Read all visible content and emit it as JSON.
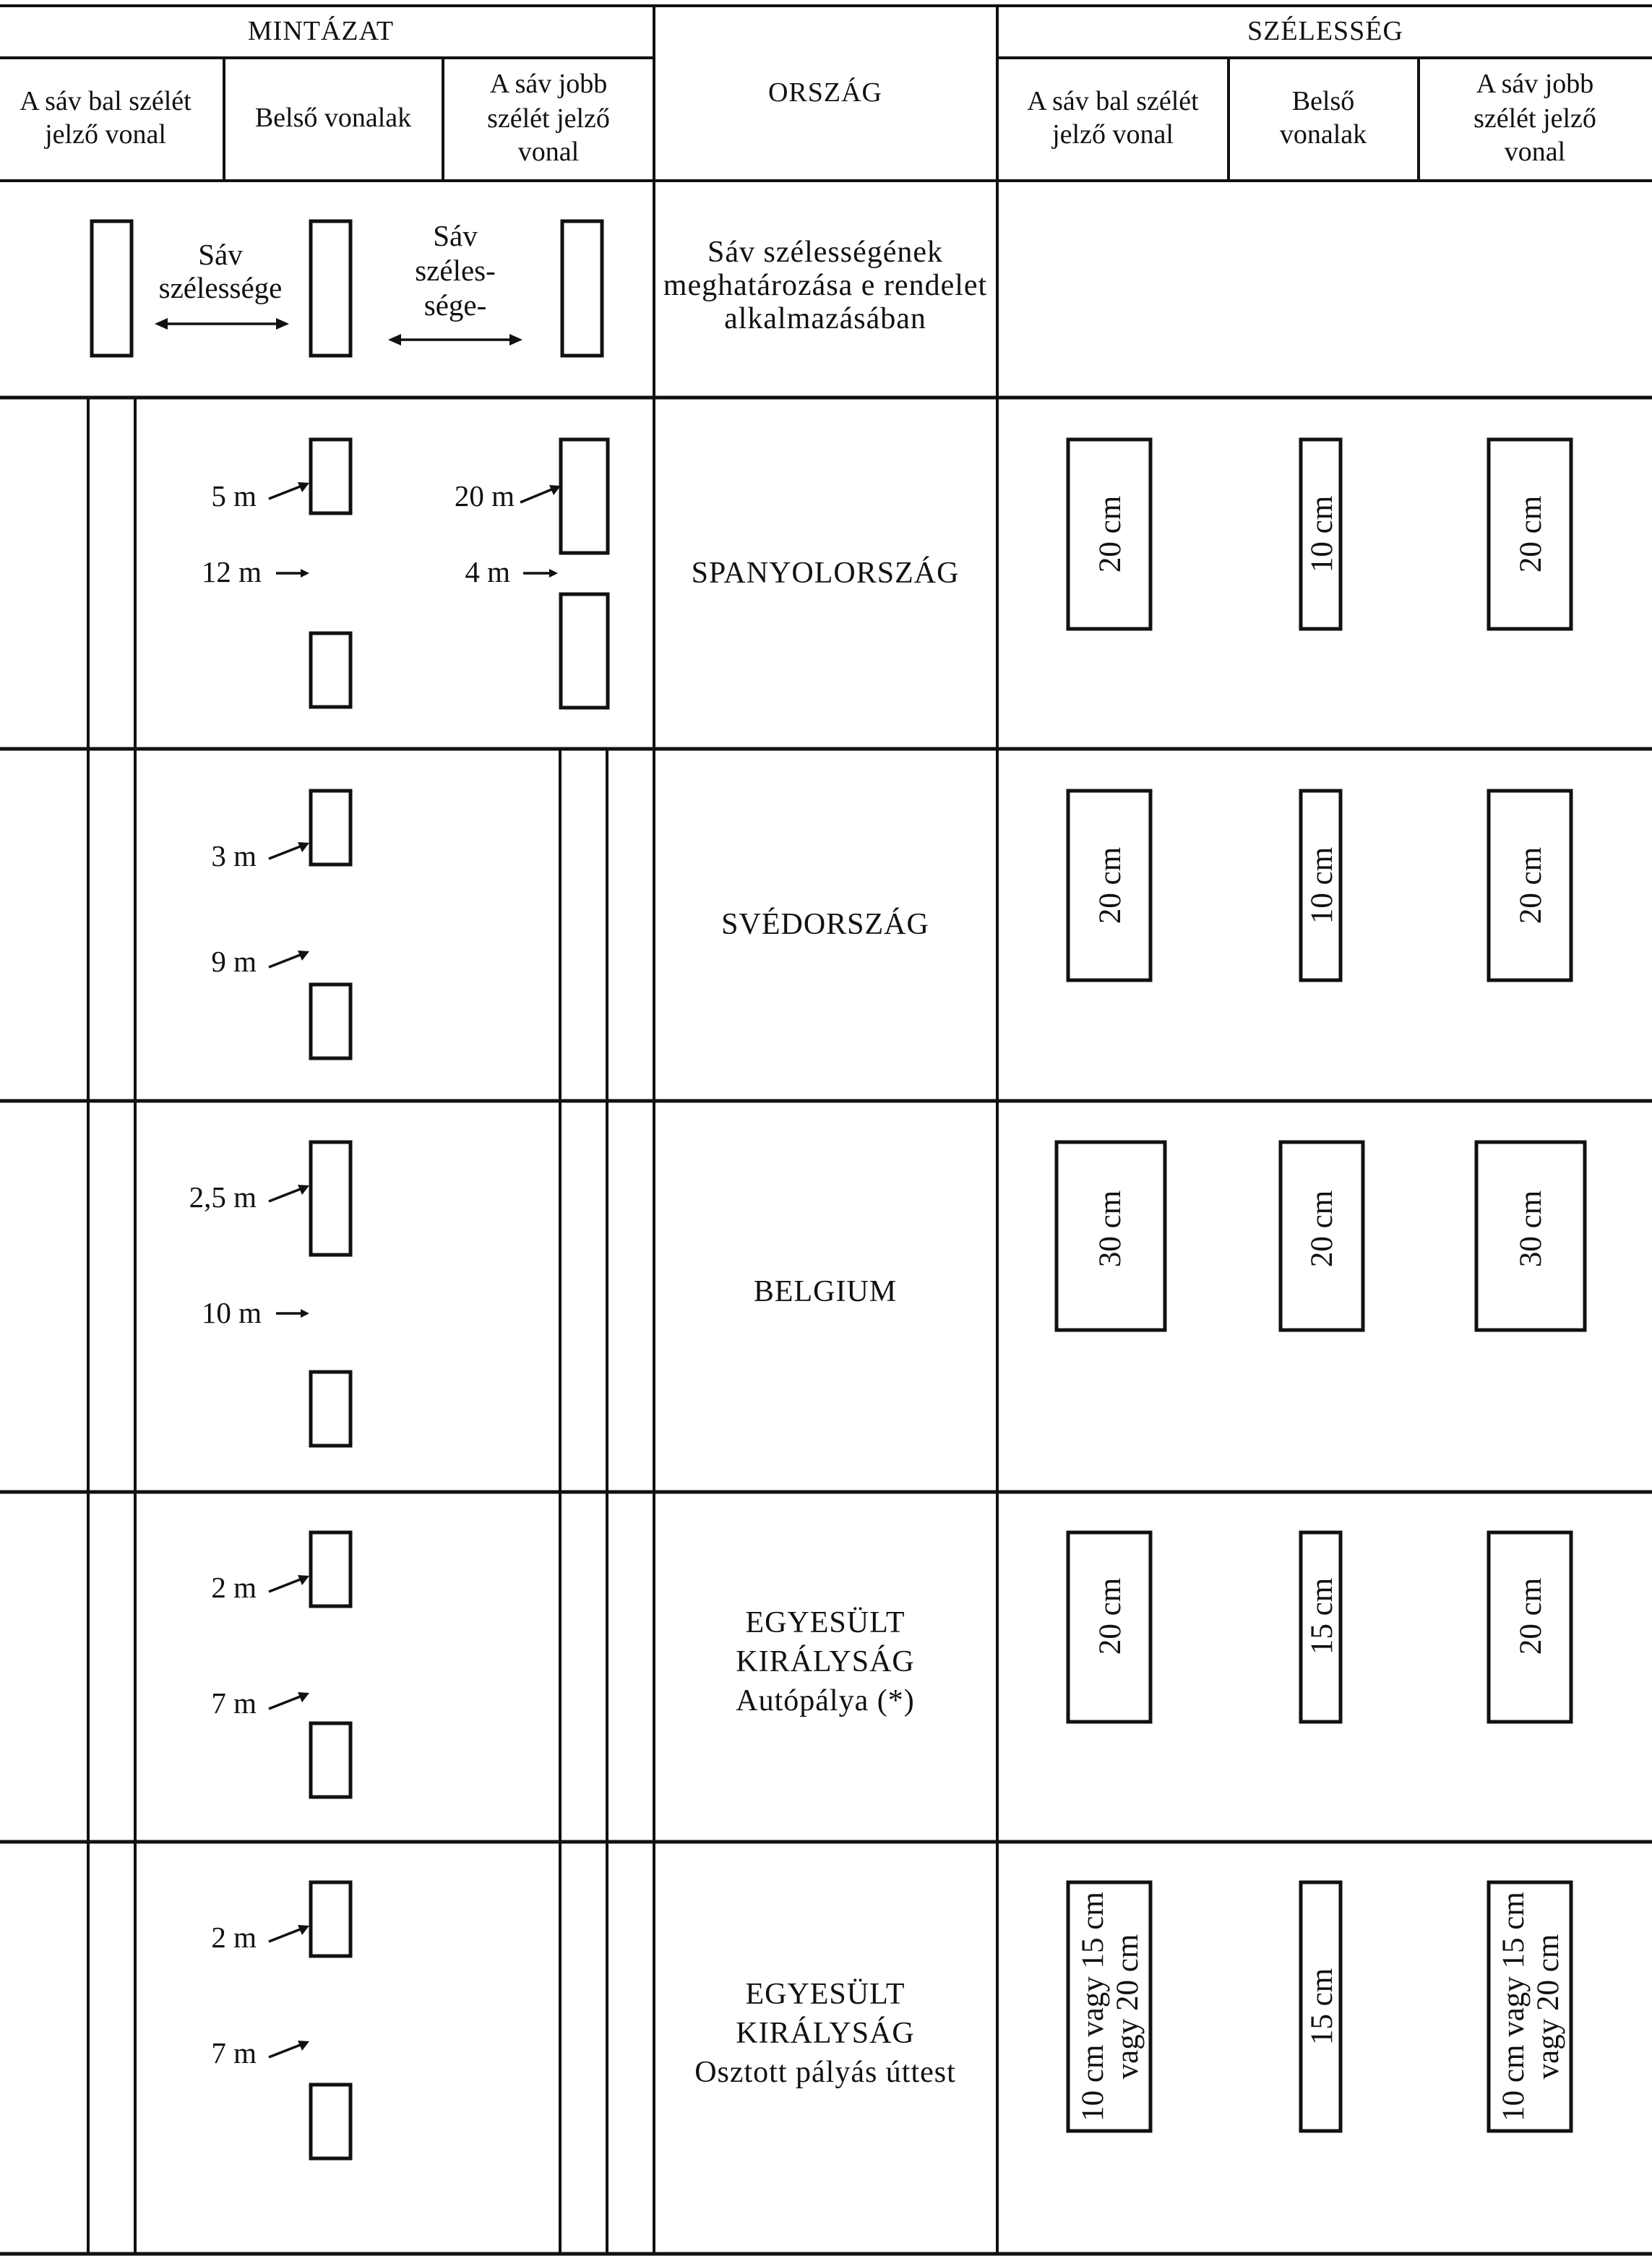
{
  "header": {
    "pattern": "MINTÁZAT",
    "country": "ORSZÁG",
    "width": "SZÉLESSÉG",
    "left_edge": [
      "A sáv bal szélét",
      "jelző vonal"
    ],
    "inner": "Belső vonalak",
    "right_edge": [
      "A sáv jobb",
      "szélét jelző",
      "vonal"
    ],
    "w_left": [
      "A sáv bal szélét",
      "jelző vonal"
    ],
    "w_inner": [
      "Belső",
      "vonalak"
    ],
    "w_right": [
      "A sáv jobb",
      "szélét jelző",
      "vonal"
    ]
  },
  "definition": {
    "lane_width_1": [
      "Sáv",
      "szélessége"
    ],
    "lane_width_2": [
      "Sáv",
      "széles-",
      "sége-"
    ],
    "text": [
      "Sáv szélességének",
      "meghatározása e rendelet",
      "alkalmazásában"
    ]
  },
  "rows": [
    {
      "id": "spain",
      "labels": [
        "5 m",
        "12 m",
        "20 m",
        "4 m"
      ],
      "country": [
        "SPANYOLORSZÁG"
      ],
      "widths": [
        "20 cm",
        "10 cm",
        "20 cm"
      ]
    },
    {
      "id": "sweden",
      "labels": [
        "3 m",
        "9 m"
      ],
      "country": [
        "SVÉDORSZÁG"
      ],
      "widths": [
        "20 cm",
        "10 cm",
        "20 cm"
      ]
    },
    {
      "id": "belgium",
      "labels": [
        "2,5 m",
        "10 m"
      ],
      "country": [
        "BELGIUM"
      ],
      "widths": [
        "30 cm",
        "20 cm",
        "30 cm"
      ]
    },
    {
      "id": "uk-motorway",
      "labels": [
        "2 m",
        "7 m"
      ],
      "country": [
        "EGYESÜLT",
        "KIRÁLYSÁG",
        "Autópálya (*)"
      ],
      "widths": [
        "20 cm",
        "15 cm",
        "20 cm"
      ]
    },
    {
      "id": "uk-dual",
      "labels": [
        "2 m",
        "7 m"
      ],
      "country": [
        "EGYESÜLT",
        "KIRÁLYSÁG",
        "Osztott pályás úttest"
      ],
      "widths": [
        [
          "10 cm vagy 15 cm",
          "vagy 20 cm"
        ],
        "15 cm",
        [
          "10 cm vagy 15 cm",
          "vagy 20 cm"
        ]
      ]
    }
  ]
}
